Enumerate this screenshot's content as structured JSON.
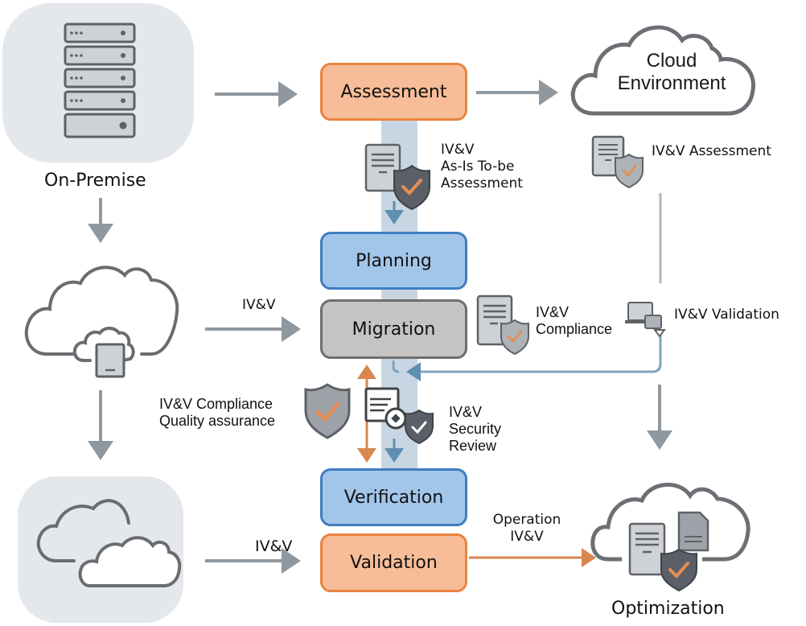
{
  "diagram": {
    "colors": {
      "orange_fill": "#f6bd98",
      "orange_border": "#e9843f",
      "blue_fill": "#a2c5ea",
      "blue_border": "#3f7dc0",
      "gray_fill": "#c4c4c4",
      "gray_border": "#6e6e6e",
      "arrow_gray": "#8f979f",
      "arrow_blue": "#5f8eb0",
      "arrow_orange": "#d9864f",
      "band": "#c8d6e3"
    },
    "left_column": {
      "on_premise": {
        "label": "On-Premise",
        "icon": "server-rack-icon"
      },
      "hybrid_cloud": {
        "icon": "cloud-tablet-icon",
        "arrow_label": "IV&V"
      },
      "multi_cloud": {
        "icon": "double-cloud-icon",
        "arrow_label": "IV&V"
      }
    },
    "stages": [
      {
        "id": "assessment",
        "label": "Assessment",
        "style": "orange"
      },
      {
        "id": "planning",
        "label": "Planning",
        "style": "blue"
      },
      {
        "id": "migration",
        "label": "Migration",
        "style": "gray"
      },
      {
        "id": "verification",
        "label": "Verification",
        "style": "blue"
      },
      {
        "id": "validation",
        "label": "Validation",
        "style": "orange"
      }
    ],
    "annotations": {
      "as_is_to_be": [
        "IV&V",
        "As-Is To-be",
        "Assessment"
      ],
      "compliance": [
        "IV&V",
        "Compliance"
      ],
      "compliance_qa": [
        "IV&V Compliance",
        "Quality assurance"
      ],
      "security_review": [
        "IV&V",
        "Security",
        "Review"
      ],
      "operation": [
        "Operation",
        "IV&V"
      ]
    },
    "right_column": {
      "cloud_environment": [
        "Cloud",
        "Environment"
      ],
      "iv_v_assessment": "IV&V Assessment",
      "iv_v_validation": "IV&V Validation",
      "optimization": "Optimization"
    }
  }
}
